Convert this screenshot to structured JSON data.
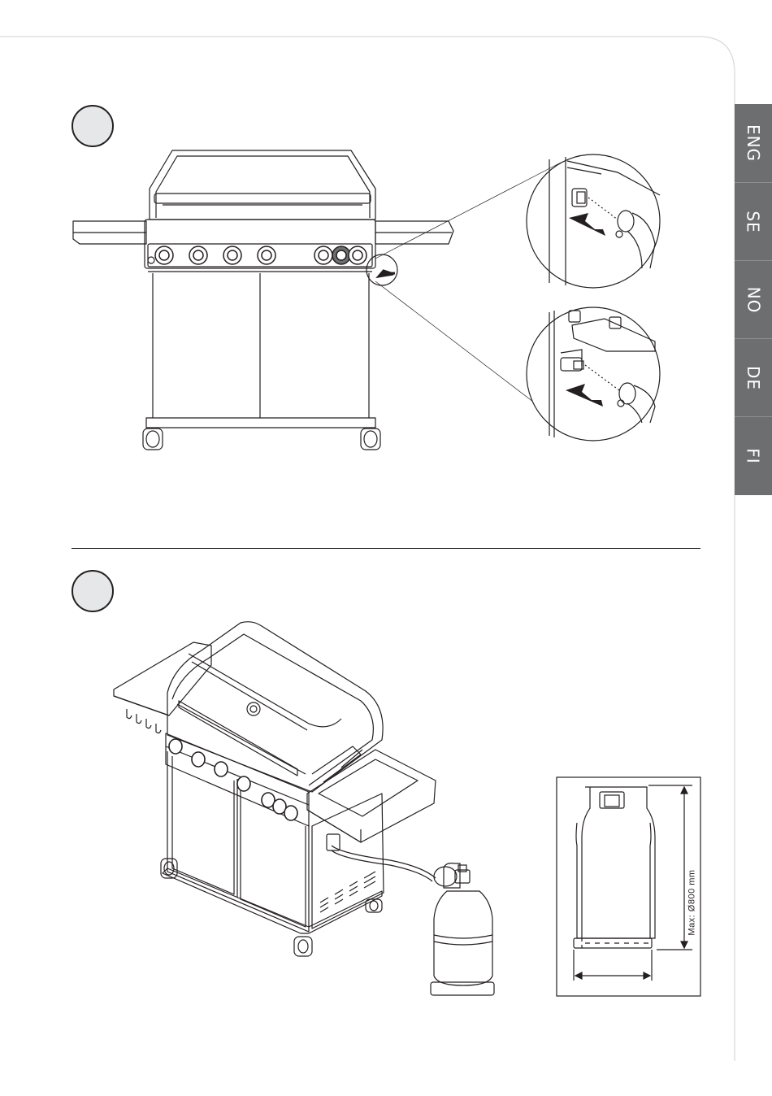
{
  "language_tabs": [
    "ENG",
    "SE",
    "NO",
    "DE",
    "FI"
  ],
  "cylinder_dimension": {
    "label": "Max: Ø800 mm"
  },
  "colors": {
    "tab_background": "#6d6e70",
    "step_circle_fill": "#e6e7e8",
    "line": "#231f20"
  }
}
